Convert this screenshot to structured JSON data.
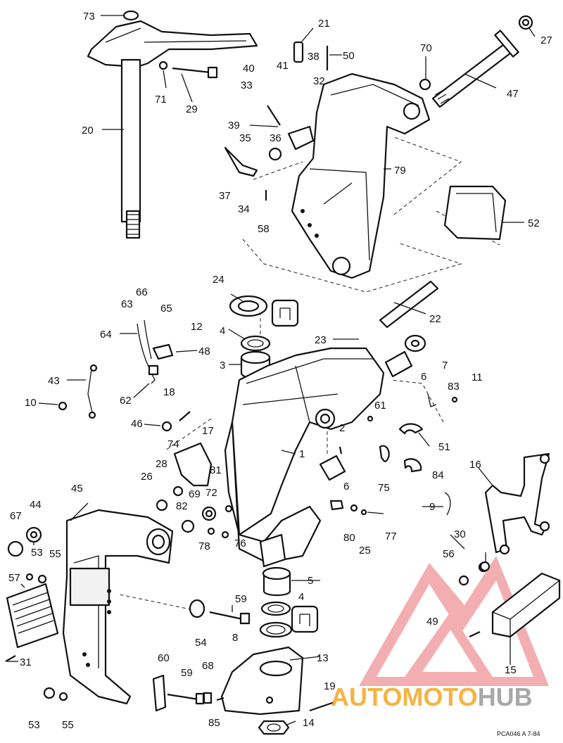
{
  "callouts": [
    "73",
    "21",
    "27",
    "70",
    "38",
    "50",
    "41",
    "40",
    "32",
    "33",
    "71",
    "29",
    "47",
    "20",
    "39",
    "35",
    "36",
    "79",
    "37",
    "34",
    "58",
    "52",
    "24",
    "22",
    "66",
    "63",
    "65",
    "4",
    "12",
    "64",
    "48",
    "23",
    "7",
    "3",
    "6",
    "43",
    "11",
    "83",
    "10",
    "18",
    "62",
    "61",
    "46",
    "74",
    "17",
    "2",
    "51",
    "1",
    "28",
    "81",
    "16",
    "26",
    "72",
    "69",
    "75",
    "84",
    "6",
    "45",
    "82",
    "44",
    "9",
    "67",
    "78",
    "76",
    "80",
    "77",
    "25",
    "30",
    "53",
    "55",
    "56",
    "57",
    "5",
    "59",
    "4",
    "49",
    "54",
    "8",
    "13",
    "15",
    "60",
    "59",
    "68",
    "19",
    "31",
    "53",
    "55",
    "85",
    "14"
  ],
  "reference_code": "PCA046 A  7-84",
  "watermark": {
    "text_red": "AUTO",
    "text_orange": "MOTO",
    "text_gray": "HUB"
  },
  "colors": {
    "line": "#111111",
    "watermark_red": "#e0323b",
    "watermark_orange": "#f5a623",
    "watermark_gray": "#9a9a9a"
  }
}
